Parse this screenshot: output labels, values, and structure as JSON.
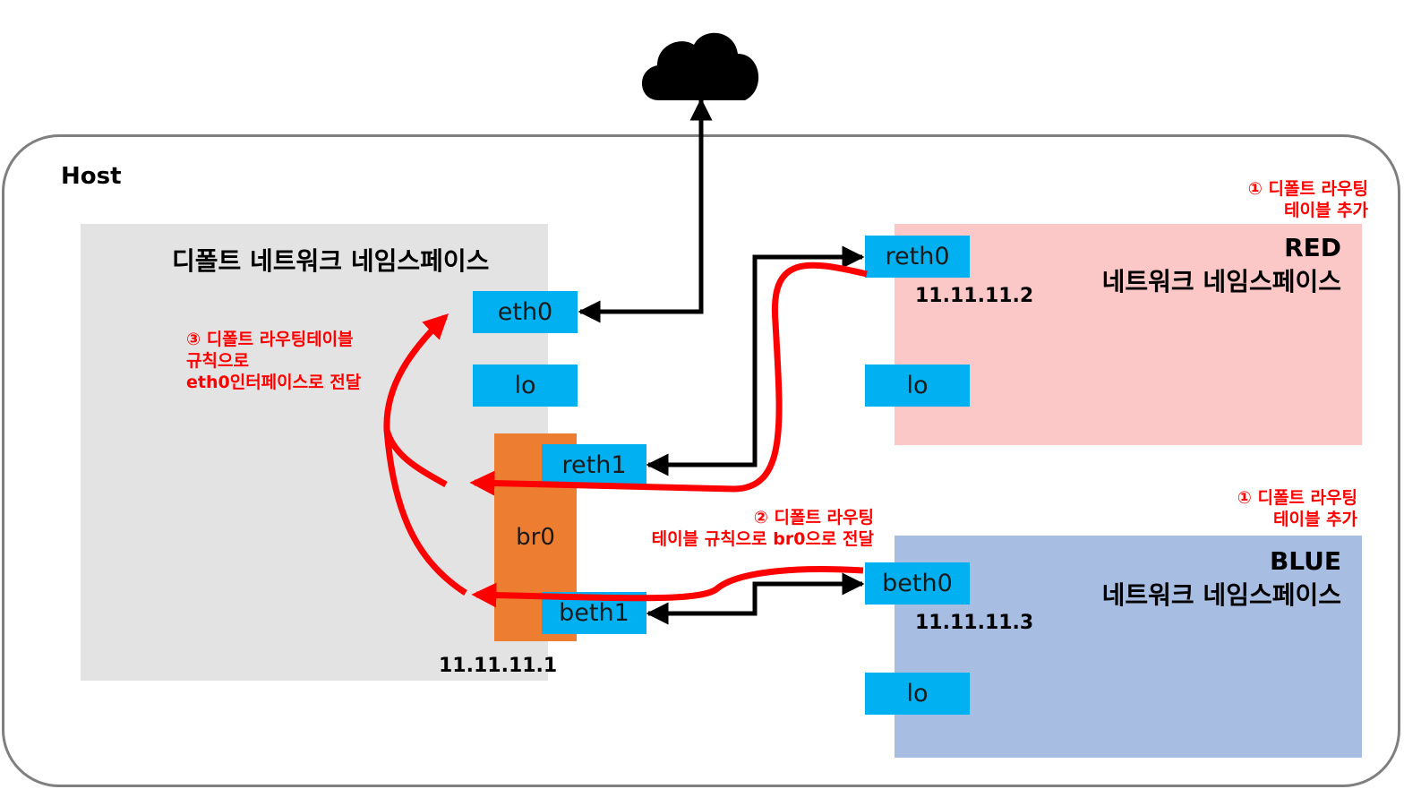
{
  "host_label": "Host",
  "default_ns": {
    "title": "디폴트 네트워크 네임스페이스",
    "bridge_ip": "11.11.11.1"
  },
  "red_ns": {
    "title_line1": "RED",
    "title_line2": "네트워크 네임스페이스",
    "ip": "11.11.11.2"
  },
  "blue_ns": {
    "title_line1": "BLUE",
    "title_line2": "네트워크 네임스페이스",
    "ip": "11.11.11.3"
  },
  "interfaces": {
    "eth0": "eth0",
    "lo_default": "lo",
    "reth1": "reth1",
    "br0": "br0",
    "beth1": "beth1",
    "reth0": "reth0",
    "lo_red": "lo",
    "beth0": "beth0",
    "lo_blue": "lo"
  },
  "notes": {
    "red_step1": [
      "① 디폴트 라우팅",
      "테이블 추가"
    ],
    "blue_step1": [
      "① 디폴트 라우팅",
      "테이블 추가"
    ],
    "step2": [
      "② 디폴트 라우팅",
      "테이블 규칙으로 br0으로 전달"
    ],
    "step3": [
      "③ 디폴트 라우팅테이블",
      "규칙으로",
      "eth0인터페이스로 전달"
    ]
  },
  "icons": {
    "cloud": "cloud-icon"
  },
  "colors": {
    "flow": "#ff0000",
    "link": "#000000",
    "interface": "#00b0f0",
    "bridge": "#ed7d31",
    "red_ns": "#fcc7c7",
    "blue_ns": "#a8bde2",
    "default_ns": "#e3e3e3"
  }
}
